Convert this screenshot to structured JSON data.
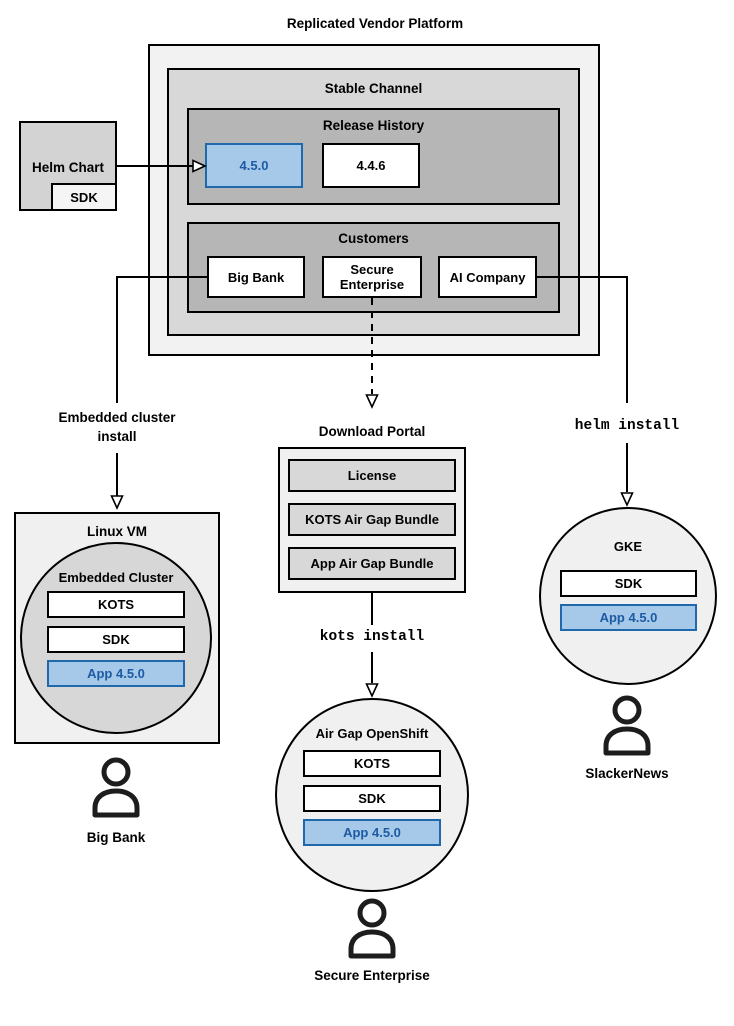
{
  "title": "Replicated Vendor Platform",
  "platform": {
    "stable_channel": "Stable Channel",
    "release_history": {
      "title": "Release History",
      "current_release": "4.5.0",
      "previous_release": "4.4.6"
    },
    "customers": {
      "title": "Customers",
      "big_bank": "Big Bank",
      "secure_enterprise": "Secure Enterprise",
      "ai_company": "AI Company"
    }
  },
  "helm_chart": {
    "title": "Helm Chart",
    "sdk": "SDK"
  },
  "left_flow": {
    "install_label": "Embedded cluster install",
    "vm_title": "Linux VM",
    "cluster_title": "Embedded Cluster",
    "kots": "KOTS",
    "sdk": "SDK",
    "app": "App 4.5.0",
    "user": "Big Bank"
  },
  "middle_flow": {
    "portal_title": "Download Portal",
    "portal_items": [
      "License",
      "KOTS Air Gap Bundle",
      "App Air Gap Bundle"
    ],
    "install_label": "kots install",
    "cluster_title": "Air Gap OpenShift",
    "kots": "KOTS",
    "sdk": "SDK",
    "app": "App 4.5.0",
    "user": "Secure Enterprise"
  },
  "right_flow": {
    "install_label": "helm install",
    "cluster_title": "GKE",
    "sdk": "SDK",
    "app": "App 4.5.0",
    "user": "SlackerNews"
  },
  "colors": {
    "highlight_fill": "#a7c9e9",
    "highlight_border": "#1f68a9",
    "highlight_text": "#1c5ba3",
    "line_color": "#000000"
  }
}
